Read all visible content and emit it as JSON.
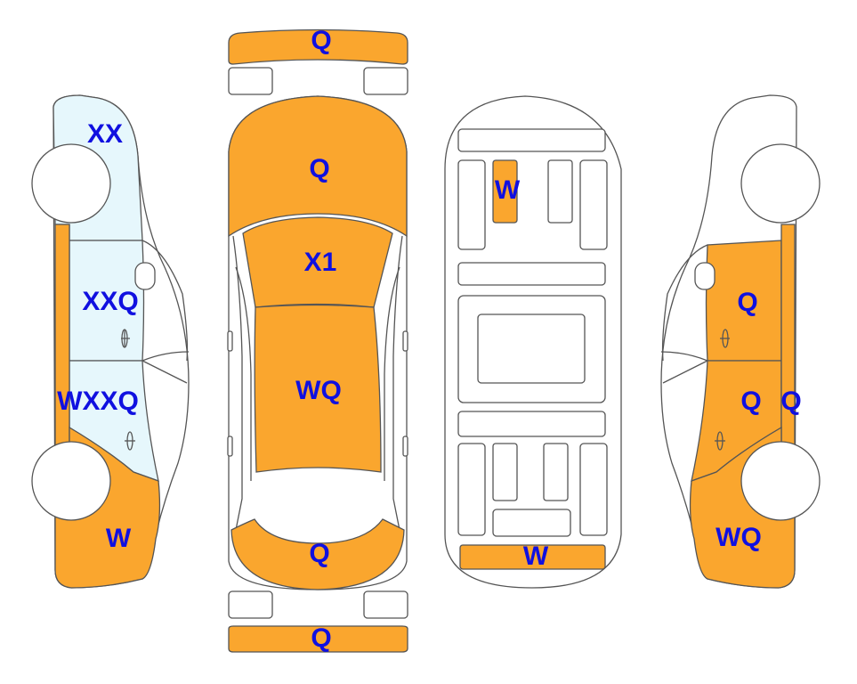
{
  "colors": {
    "damaged": "#FAA62E",
    "glass": "#E6F7FC",
    "outline": "#555555",
    "label": "#1010E0",
    "body": "#FFFFFF"
  },
  "labels": {
    "front_bumper": "Q",
    "hood": "Q",
    "windshield": "X1",
    "roof": "WQ",
    "trunk": "Q",
    "rear_bumper": "Q",
    "left_front": "XX",
    "left_front_door": "XXQ",
    "left_rear_door": "WXXQ",
    "left_rear": "W",
    "under_front": "W",
    "under_rear": "W",
    "right_front_door": "Q",
    "right_rear_door": "Q",
    "right_rear_pillar": "Q",
    "right_rear": "WQ"
  }
}
